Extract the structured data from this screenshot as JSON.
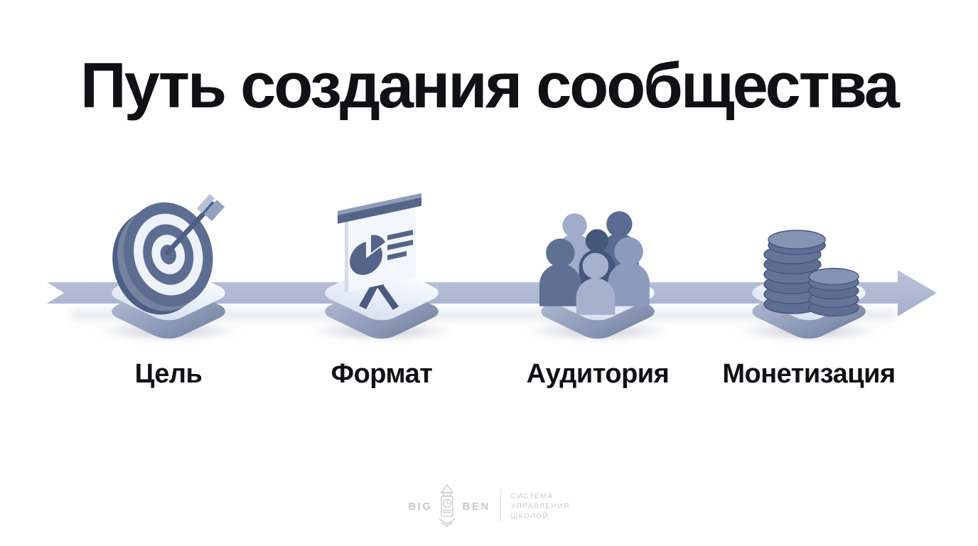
{
  "title": "Путь создания сообщества",
  "steps": [
    {
      "label": "Цель",
      "icon": "target-icon"
    },
    {
      "label": "Формат",
      "icon": "presentation-board-icon"
    },
    {
      "label": "Аудитория",
      "icon": "people-group-icon"
    },
    {
      "label": "Монетизация",
      "icon": "coin-stacks-icon"
    }
  ],
  "arrow": {
    "direction": "right",
    "style": "notched-tail ribbon with triangular head"
  },
  "footer": {
    "brand_left": "BIG",
    "brand_right": "BEN",
    "tagline": [
      "СИСТЕМА",
      "УПРАВЛЕНИЯ",
      "ШКОЛОЙ"
    ]
  },
  "colors": {
    "background": "#ffffff",
    "title_text": "#101114",
    "label_text": "#101114",
    "arrow_band": "#b0bad3",
    "platform_top": "#eef2fb",
    "platform_side": "#8b98b7",
    "icon_dark": "#55658a",
    "icon_mid": "#8c9abc",
    "icon_light": "#edf1fa",
    "footer_text": "#c9ccd1"
  }
}
